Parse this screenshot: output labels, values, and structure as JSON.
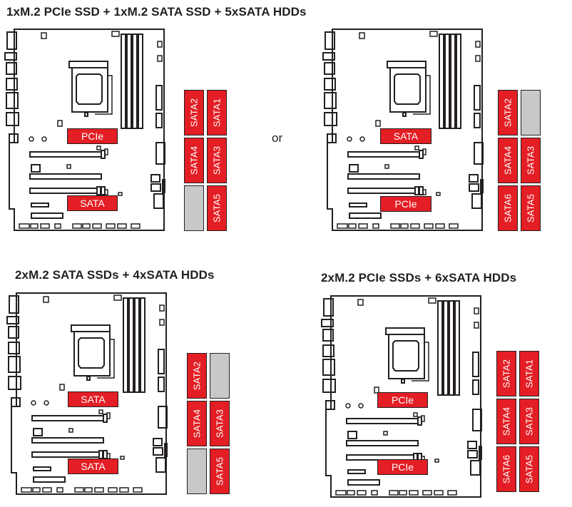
{
  "colors": {
    "enabled": "#e31e24",
    "disabled": "#c8c8c8",
    "outline": "#231f20"
  },
  "separator": "or",
  "configs": [
    {
      "title": "1xM.2 PCIe SSD + 1xM.2 SATA SSD + 5xSATA HDDs",
      "m2_upper": "PCIe",
      "m2_lower": "SATA",
      "ports": [
        {
          "label": "SATA2",
          "enabled": true
        },
        {
          "label": "SATA1",
          "enabled": true
        },
        {
          "label": "SATA4",
          "enabled": true
        },
        {
          "label": "SATA3",
          "enabled": true
        },
        {
          "label": "",
          "enabled": false
        },
        {
          "label": "SATA5",
          "enabled": true
        }
      ]
    },
    {
      "title": "",
      "m2_upper": "SATA",
      "m2_lower": "PCIe",
      "ports": [
        {
          "label": "SATA2",
          "enabled": true
        },
        {
          "label": "",
          "enabled": false
        },
        {
          "label": "SATA4",
          "enabled": true
        },
        {
          "label": "SATA3",
          "enabled": true
        },
        {
          "label": "SATA6",
          "enabled": true
        },
        {
          "label": "SATA5",
          "enabled": true
        }
      ]
    },
    {
      "title": "2xM.2 SATA SSDs + 4xSATA HDDs",
      "m2_upper": "SATA",
      "m2_lower": "SATA",
      "ports": [
        {
          "label": "SATA2",
          "enabled": true
        },
        {
          "label": "",
          "enabled": false
        },
        {
          "label": "SATA4",
          "enabled": true
        },
        {
          "label": "SATA3",
          "enabled": true
        },
        {
          "label": "",
          "enabled": false
        },
        {
          "label": "SATA5",
          "enabled": true
        }
      ]
    },
    {
      "title": "2xM.2 PCIe SSDs + 6xSATA HDDs",
      "m2_upper": "PCIe",
      "m2_lower": "PCIe",
      "ports": [
        {
          "label": "SATA2",
          "enabled": true
        },
        {
          "label": "SATA1",
          "enabled": true
        },
        {
          "label": "SATA4",
          "enabled": true
        },
        {
          "label": "SATA3",
          "enabled": true
        },
        {
          "label": "SATA6",
          "enabled": true
        },
        {
          "label": "SATA5",
          "enabled": true
        }
      ]
    }
  ]
}
